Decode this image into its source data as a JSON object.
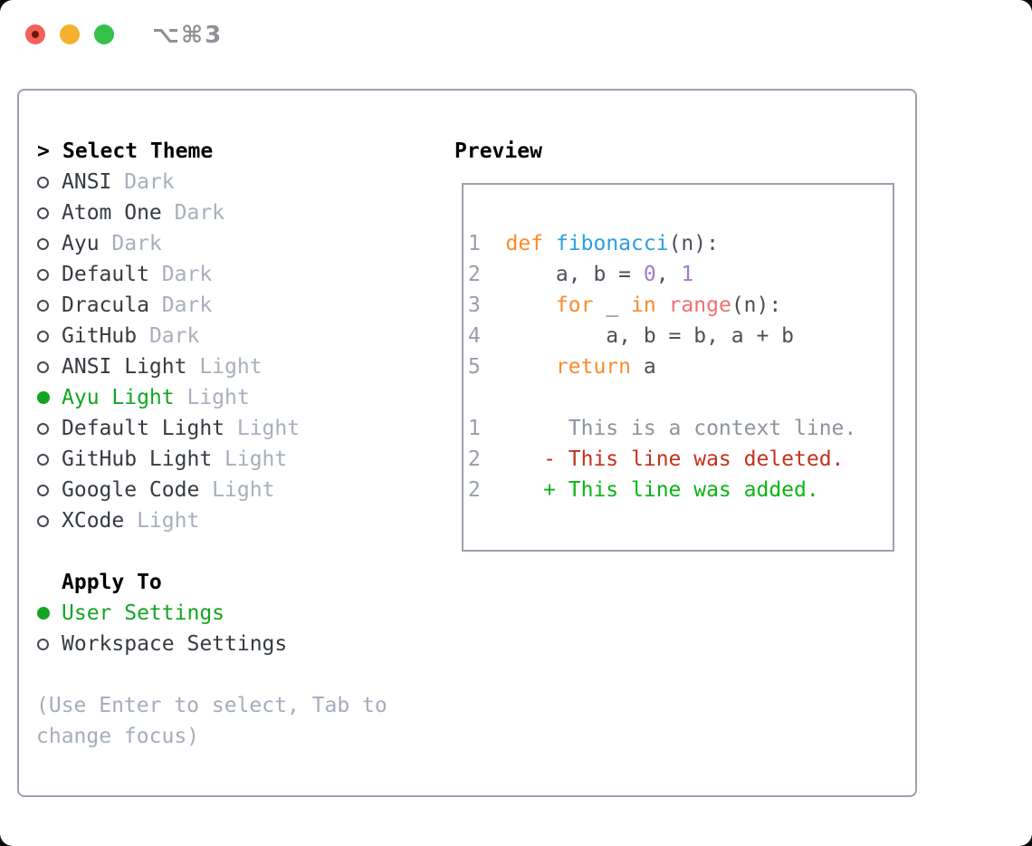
{
  "window": {
    "title": "⌥⌘3"
  },
  "colors": {
    "selection_green": "#13a522",
    "diff_deleted_red": "#c5301d",
    "diff_added_green": "#09b515",
    "diff_context_gray": "#8d949e",
    "syntax_keyword_orange": "#f98c2b",
    "syntax_function_blue": "#2b9fe3",
    "syntax_number_purple": "#a37acc",
    "syntax_builtin_coral": "#f07171",
    "code_text": "#4a5059",
    "line_number_gray": "#969eab",
    "item_text": "#363b42",
    "variant_muted": "#a7afbc",
    "help_muted": "#a4adbb",
    "panel_border": "#9aa2ae",
    "traffic_red": "#f4615a",
    "traffic_yellow": "#f5b12d",
    "traffic_green": "#35c04a"
  },
  "theme_panel": {
    "prompt": ">",
    "title": "Select Theme",
    "themes": [
      {
        "name": "ANSI",
        "variant": "Dark",
        "selected": false
      },
      {
        "name": "Atom One",
        "variant": "Dark",
        "selected": false
      },
      {
        "name": "Ayu",
        "variant": "Dark",
        "selected": false
      },
      {
        "name": "Default",
        "variant": "Dark",
        "selected": false
      },
      {
        "name": "Dracula",
        "variant": "Dark",
        "selected": false
      },
      {
        "name": "GitHub",
        "variant": "Dark",
        "selected": false
      },
      {
        "name": "ANSI Light",
        "variant": "Light",
        "selected": false
      },
      {
        "name": "Ayu Light",
        "variant": "Light",
        "selected": true
      },
      {
        "name": "Default Light",
        "variant": "Light",
        "selected": false
      },
      {
        "name": "GitHub Light",
        "variant": "Light",
        "selected": false
      },
      {
        "name": "Google Code",
        "variant": "Light",
        "selected": false
      },
      {
        "name": "XCode",
        "variant": "Light",
        "selected": false
      }
    ],
    "apply_to": {
      "title": "Apply To",
      "options": [
        {
          "label": "User Settings",
          "selected": true
        },
        {
          "label": "Workspace Settings",
          "selected": false
        }
      ]
    },
    "help_lines": [
      "(Use Enter to select, Tab to",
      "change focus)"
    ]
  },
  "preview": {
    "title": "Preview",
    "code_lines": [
      {
        "num": "1",
        "tokens": [
          {
            "c": "keyword",
            "t": "def"
          },
          {
            "c": "text",
            "t": " "
          },
          {
            "c": "function",
            "t": "fibonacci"
          },
          {
            "c": "text",
            "t": "(n):"
          }
        ]
      },
      {
        "num": "2",
        "tokens": [
          {
            "c": "text",
            "t": "    a, b = "
          },
          {
            "c": "number",
            "t": "0"
          },
          {
            "c": "text",
            "t": ", "
          },
          {
            "c": "number",
            "t": "1"
          }
        ]
      },
      {
        "num": "3",
        "tokens": [
          {
            "c": "text",
            "t": "    "
          },
          {
            "c": "keyword",
            "t": "for"
          },
          {
            "c": "text",
            "t": " _ "
          },
          {
            "c": "keyword",
            "t": "in"
          },
          {
            "c": "text",
            "t": " "
          },
          {
            "c": "builtin",
            "t": "range"
          },
          {
            "c": "text",
            "t": "(n):"
          }
        ]
      },
      {
        "num": "4",
        "tokens": [
          {
            "c": "text",
            "t": "        a, b = b, a + b"
          }
        ]
      },
      {
        "num": "5",
        "tokens": [
          {
            "c": "text",
            "t": "    "
          },
          {
            "c": "keyword",
            "t": "return"
          },
          {
            "c": "text",
            "t": " a"
          }
        ]
      }
    ],
    "diff_lines": [
      {
        "num": "1",
        "kind": "context",
        "text": "     This is a context line."
      },
      {
        "num": "2",
        "kind": "deleted",
        "text": "   - This line was deleted."
      },
      {
        "num": "2",
        "kind": "added",
        "text": "   + This line was added."
      }
    ]
  }
}
